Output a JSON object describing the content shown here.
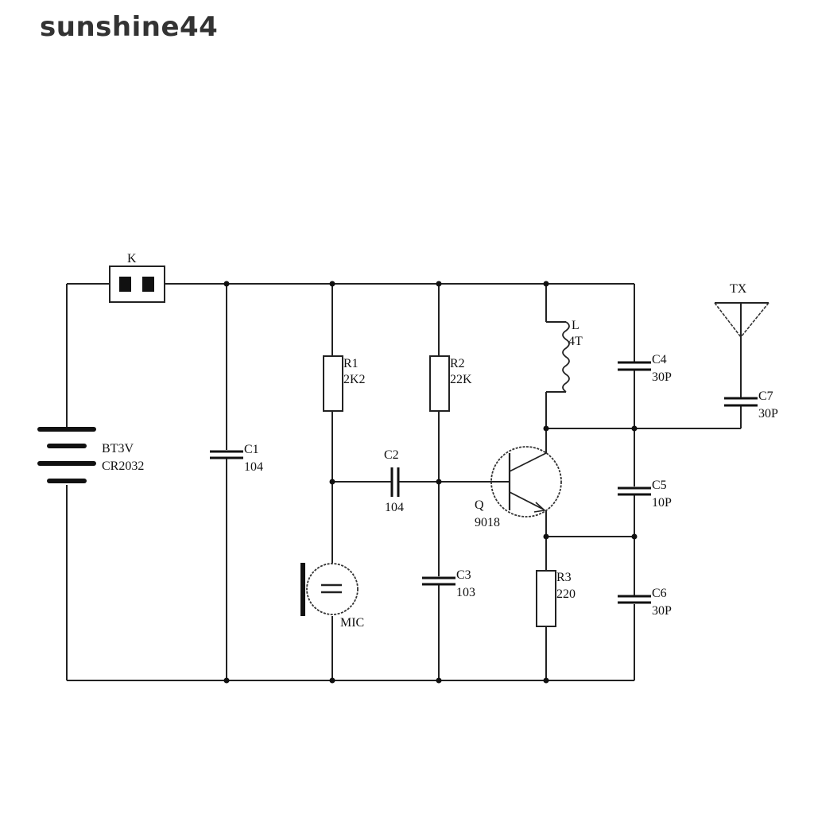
{
  "header": {
    "brand": "sunshine44"
  },
  "diagram": {
    "title": "FM wireless microphone transmitter schematic",
    "components": {
      "switch": {
        "ref": "K"
      },
      "battery": {
        "ref": "BT3V",
        "value": "CR2032"
      },
      "c1": {
        "ref": "C1",
        "value": "104"
      },
      "r1": {
        "ref": "R1",
        "value": "2K2"
      },
      "r2": {
        "ref": "R2",
        "value": "22K"
      },
      "c2": {
        "ref": "C2",
        "value": "104"
      },
      "c3": {
        "ref": "C3",
        "value": "103"
      },
      "mic": {
        "ref": "MIC"
      },
      "transistor": {
        "ref": "Q",
        "value": "9018"
      },
      "inductor": {
        "ref": "L",
        "value": "4T"
      },
      "r3": {
        "ref": "R3",
        "value": "220"
      },
      "c4": {
        "ref": "C4",
        "value": "30P"
      },
      "c5": {
        "ref": "C5",
        "value": "10P"
      },
      "c6": {
        "ref": "C6",
        "value": "30P"
      },
      "c7": {
        "ref": "C7",
        "value": "30P"
      },
      "antenna": {
        "ref": "TX"
      }
    }
  }
}
